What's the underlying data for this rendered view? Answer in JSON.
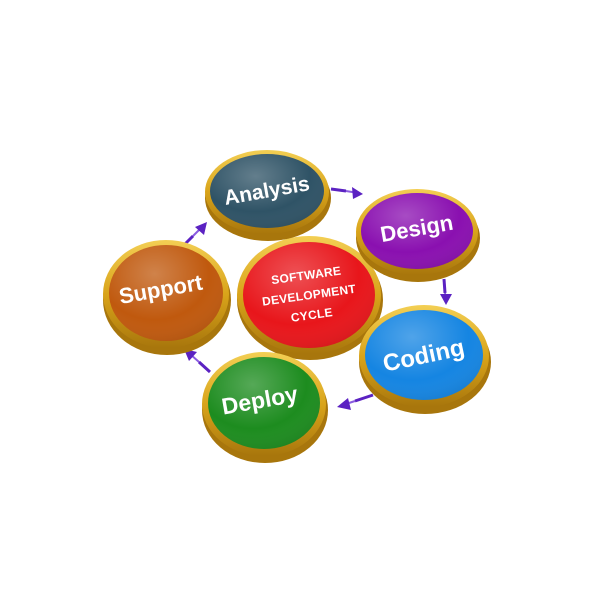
{
  "diagram": {
    "center": {
      "lines": [
        "SOFTWARE",
        "DEVELOPMENT",
        "CYCLE"
      ],
      "color": "#e8161b"
    },
    "stages": [
      {
        "id": "analysis",
        "label": "Analysis",
        "color": "#2f5366"
      },
      {
        "id": "design",
        "label": "Design",
        "color": "#8a10b0"
      },
      {
        "id": "coding",
        "label": "Coding",
        "color": "#1585e2"
      },
      {
        "id": "deploy",
        "label": "Deploy",
        "color": "#1d8c1f"
      },
      {
        "id": "support",
        "label": "Support",
        "color": "#c0590e"
      }
    ],
    "rim_color": "#d9a41a",
    "arrow_color": "#5b22c2"
  }
}
